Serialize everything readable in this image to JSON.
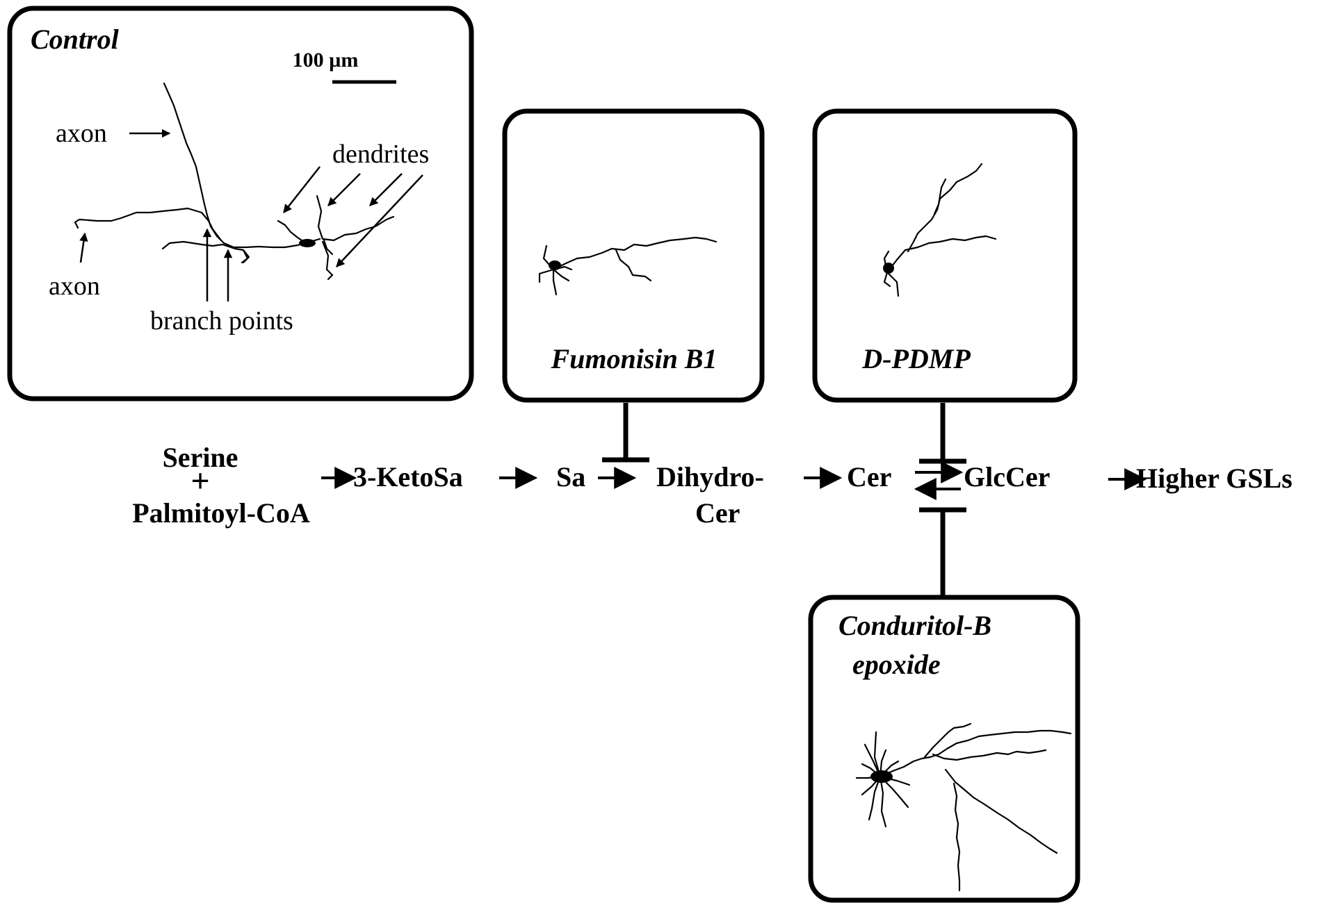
{
  "panels": {
    "control": {
      "title": "Control",
      "scale_bar": "100 µm",
      "labels": {
        "axon_top": "axon",
        "axon_bottom": "axon",
        "dendrites": "dendrites",
        "branch_points": "branch points"
      }
    },
    "fumonisin": {
      "title": "Fumonisin B1"
    },
    "pdmp": {
      "title": "D-PDMP"
    },
    "conduritol": {
      "title_line1": "Conduritol-B",
      "title_line2": "epoxide"
    }
  },
  "pathway": {
    "serine": "Serine",
    "plus": "+",
    "palmitoyl": "Palmitoyl-CoA",
    "ketosa": "3-KetoSa",
    "sa": "Sa",
    "dihydro_line1": "Dihydro-",
    "dihydro_line2": "Cer",
    "cer": "Cer",
    "glccer": "GlcCer",
    "higher": "Higher GSLs"
  }
}
